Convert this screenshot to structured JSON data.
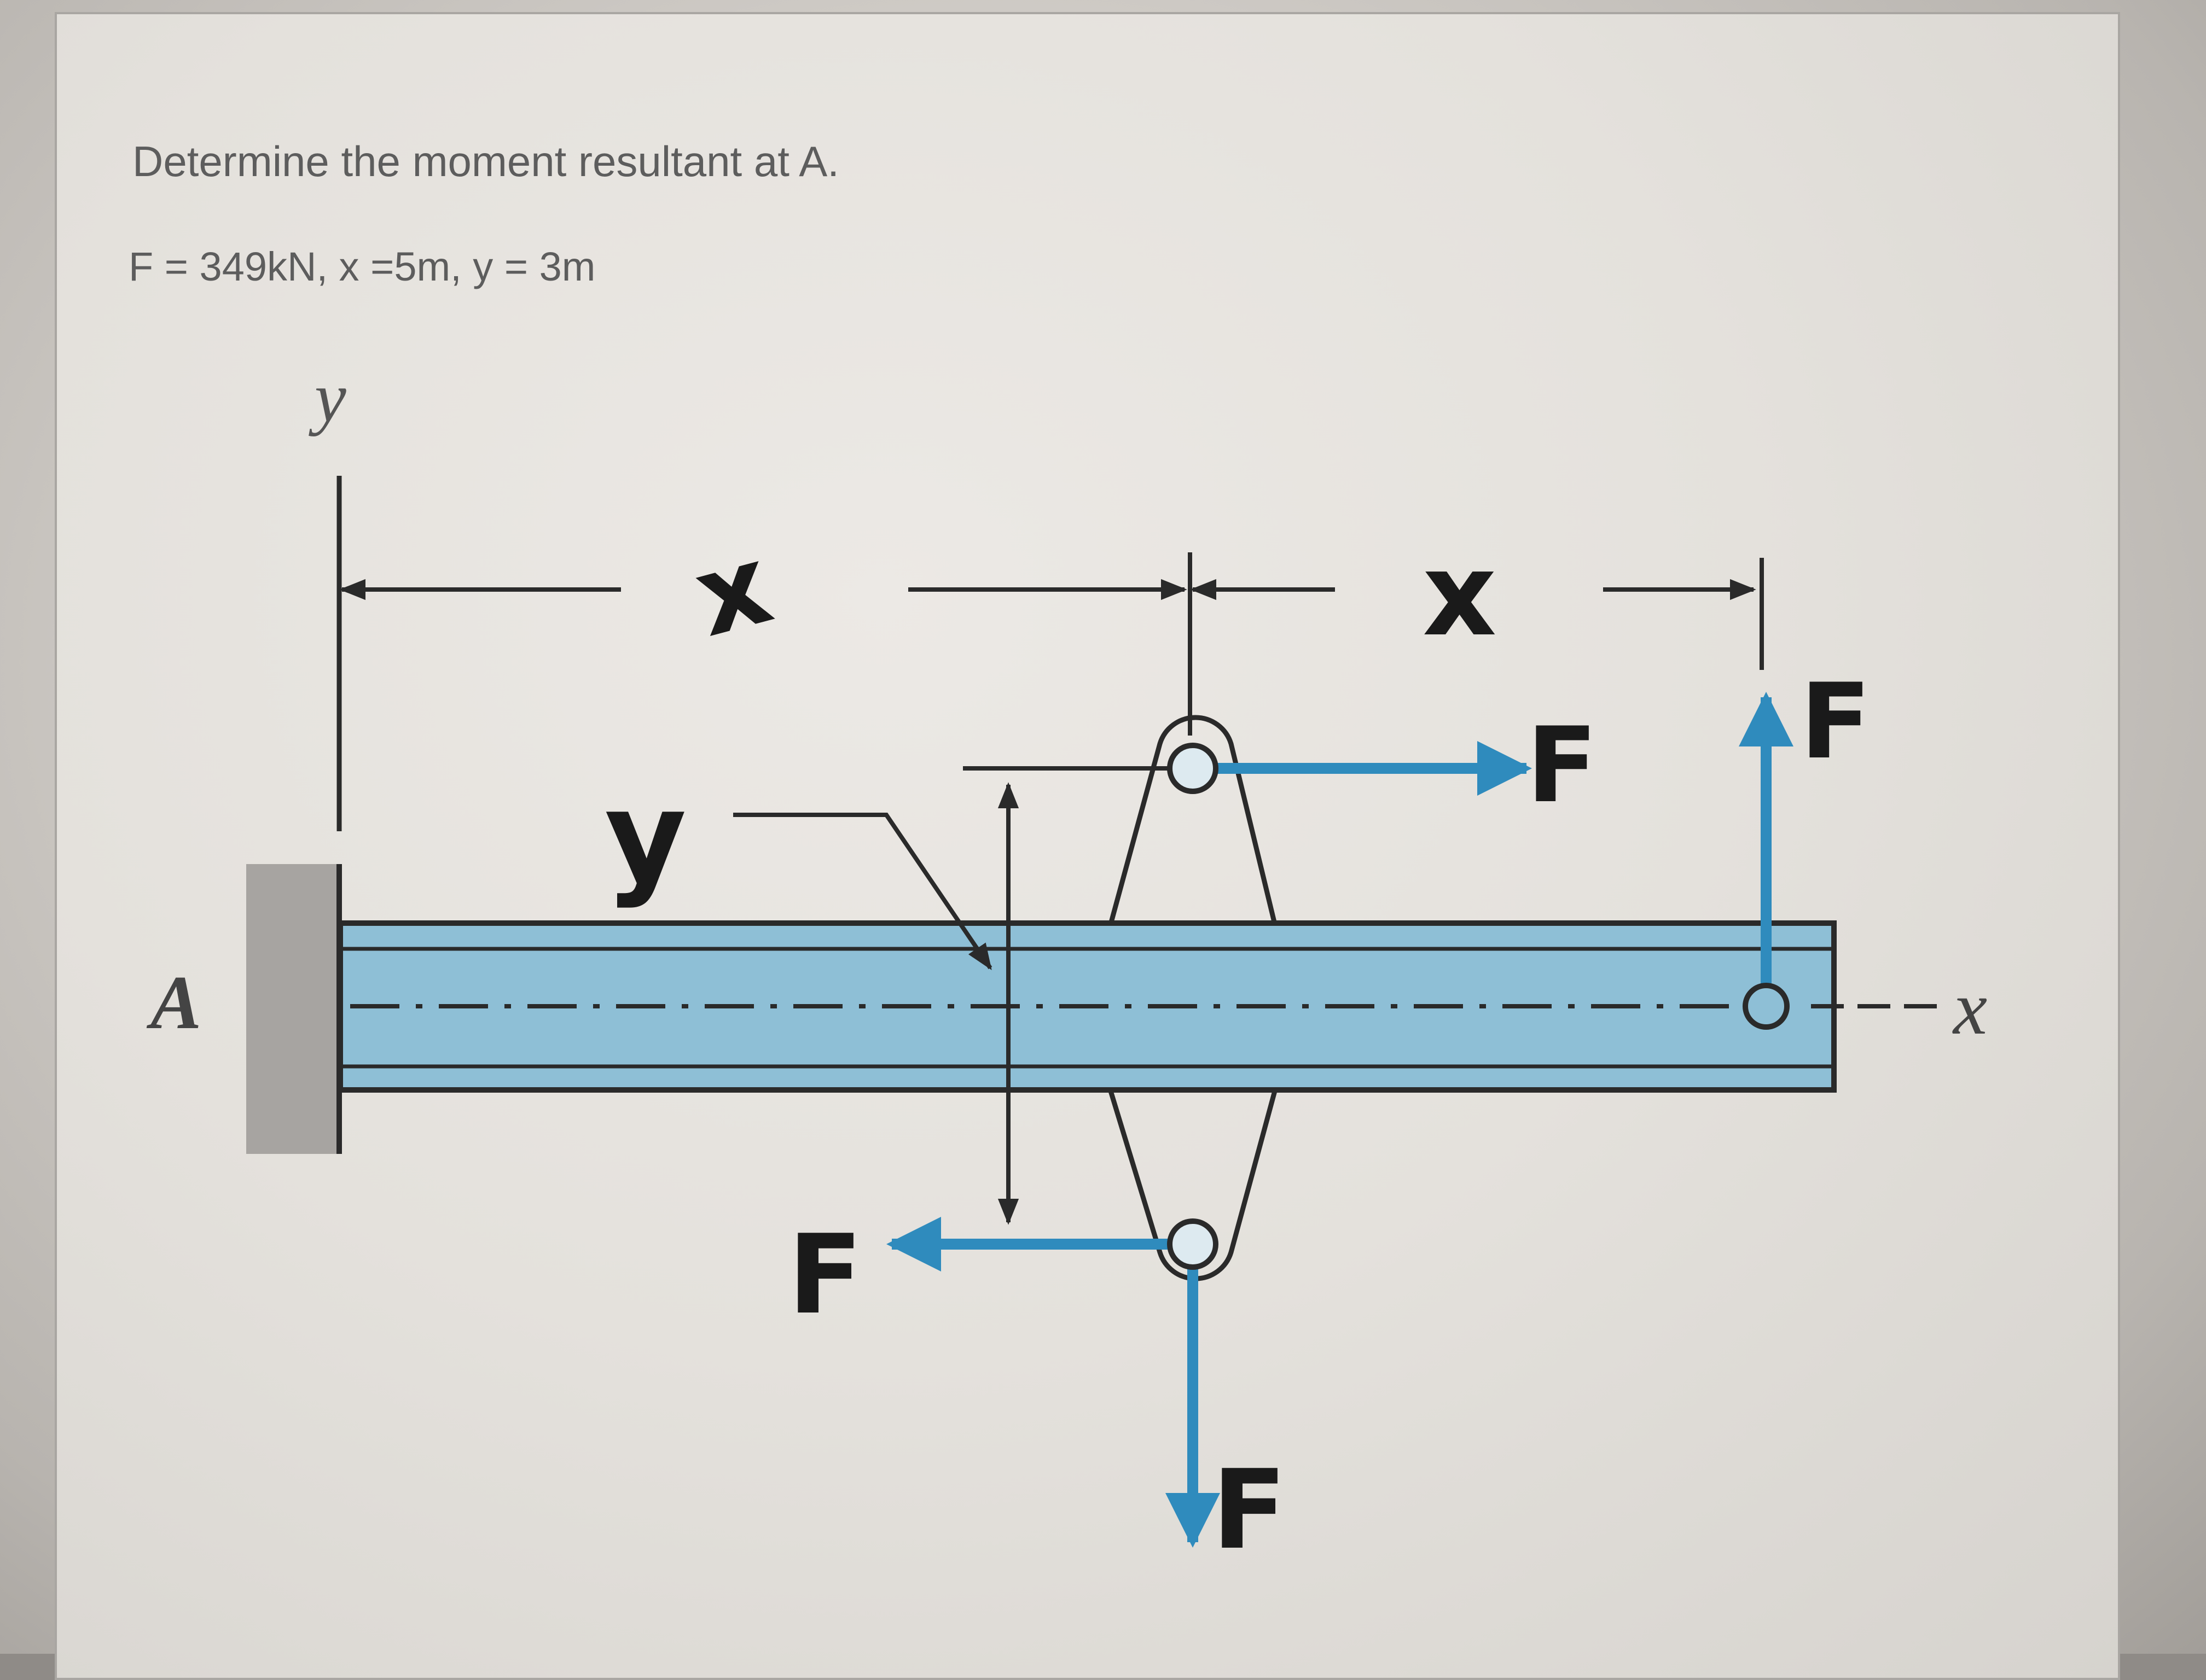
{
  "question": {
    "text": "Determine the moment resultant at A."
  },
  "given": {
    "text": "F = 349kN, x =5m, y = 3m"
  },
  "diagram": {
    "point_label": "A",
    "y_axis_label": "y",
    "x_axis_label": "x",
    "dimension_x_1": "x",
    "dimension_x_2": "x",
    "dimension_y": "y",
    "force_label": "F",
    "colors": {
      "beam": "#8ebfd6",
      "force_arrow": "#2f8bbd",
      "wall": "#a7a4a1",
      "line": "#2a2a2a"
    }
  }
}
